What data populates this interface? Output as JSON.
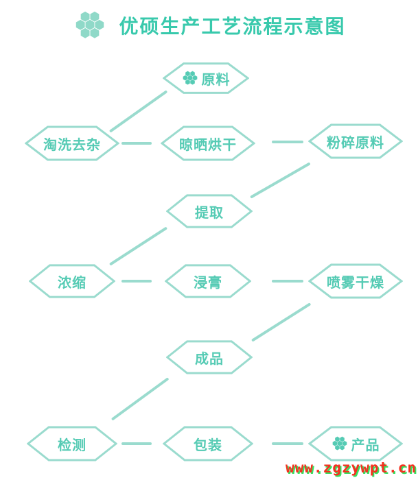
{
  "title": {
    "text": "优硕生产工艺流程示意图"
  },
  "colors": {
    "accent_text": "#55cbb4",
    "title_text": "#38c9ac",
    "hex_outline": "#9adbce",
    "connector": "#9adbce",
    "watermark_red": "#f5301f",
    "watermark_green": "#35e05f",
    "background": "#ffffff"
  },
  "nodes": [
    {
      "id": "raw-material",
      "label": "原料",
      "icon": "flower-icon"
    },
    {
      "id": "wash",
      "label": "淘洗去杂"
    },
    {
      "id": "dry",
      "label": "晾晒烘干"
    },
    {
      "id": "crush",
      "label": "粉碎原料"
    },
    {
      "id": "extract",
      "label": "提取"
    },
    {
      "id": "concentrate",
      "label": "浓缩"
    },
    {
      "id": "paste",
      "label": "浸膏"
    },
    {
      "id": "spray-dry",
      "label": "喷雾干燥"
    },
    {
      "id": "finished",
      "label": "成品"
    },
    {
      "id": "inspect",
      "label": "检测"
    },
    {
      "id": "package",
      "label": "包装"
    },
    {
      "id": "product",
      "label": "产品",
      "icon": "flower-icon"
    }
  ],
  "flow_order": [
    "原料",
    "淘洗去杂",
    "晾晒烘干",
    "粉碎原料",
    "提取",
    "浓缩",
    "浸膏",
    "喷雾干燥",
    "成品",
    "检测",
    "包装",
    "产品"
  ],
  "watermark": {
    "text": "www.zgzywpt.cn"
  }
}
